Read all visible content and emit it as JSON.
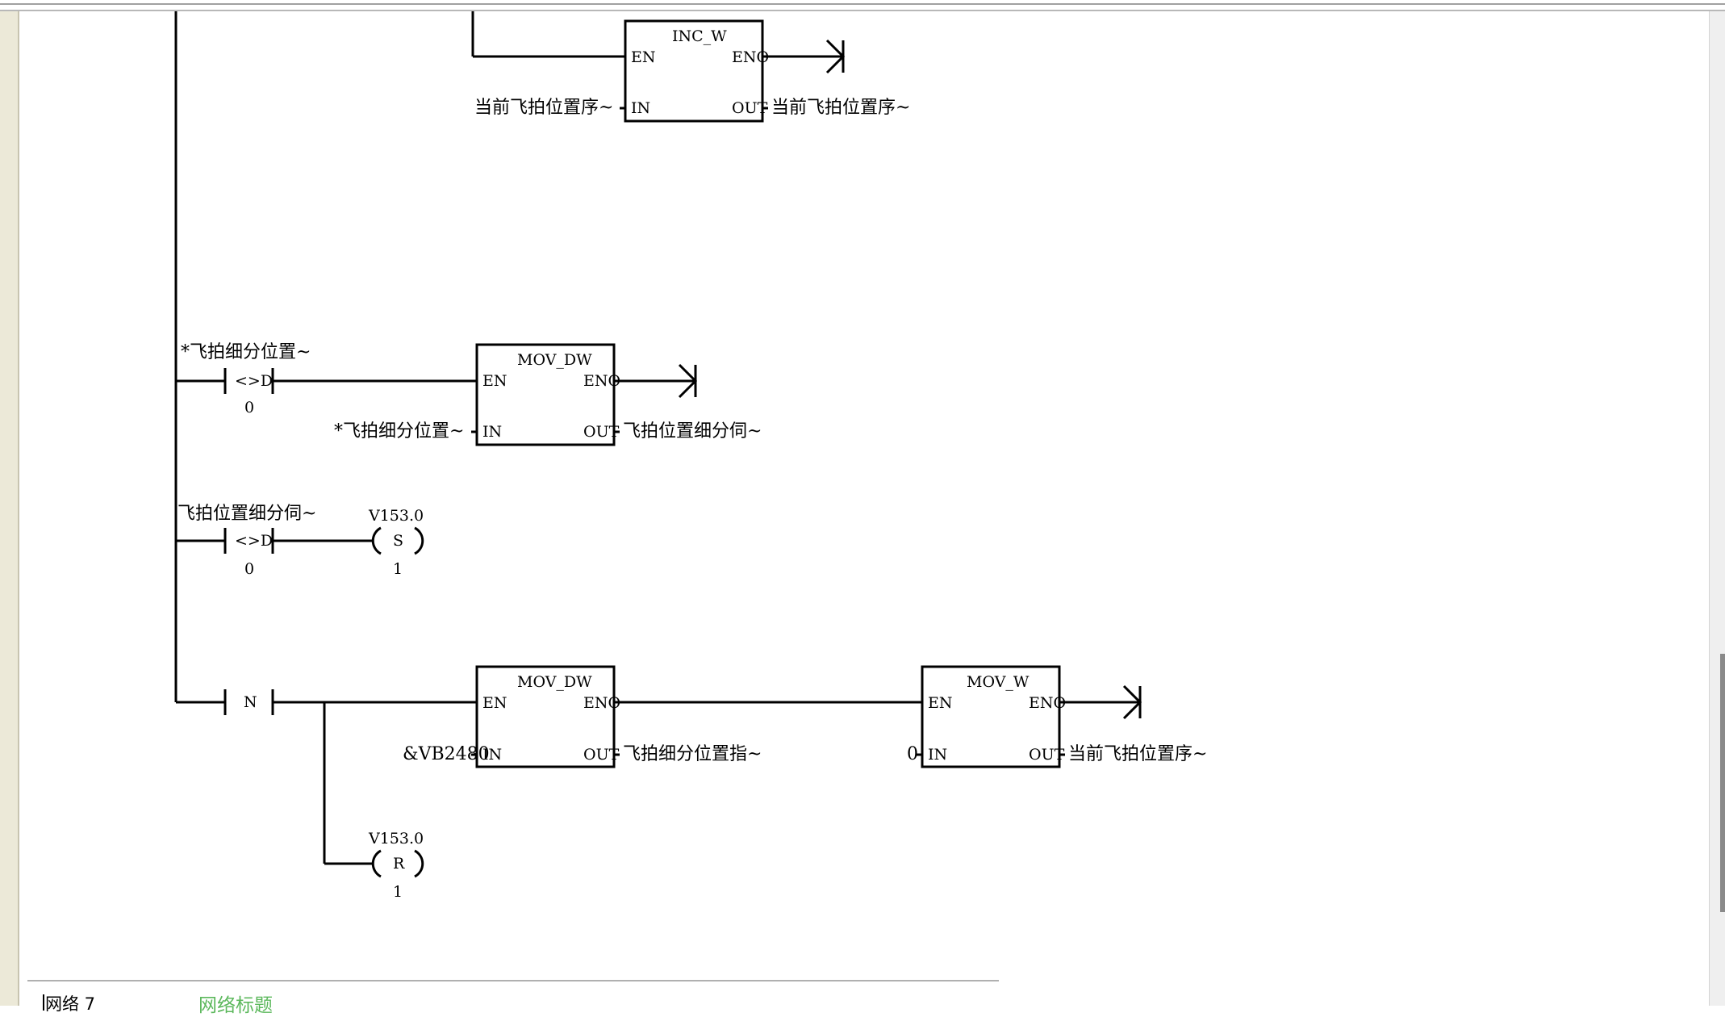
{
  "network_footer": {
    "label": "网络 7",
    "title": "网络标题"
  },
  "inc_w": {
    "name": "INC_W",
    "en": "EN",
    "eno": "ENO",
    "in": "IN",
    "out": "OUT",
    "in_operand": "当前飞拍位置序~",
    "out_operand": "当前飞拍位置序~"
  },
  "rung2": {
    "contact_top": "*飞拍细分位置~",
    "contact_op": "<>D",
    "contact_bottom": "0",
    "mov_dw": {
      "name": "MOV_DW",
      "en": "EN",
      "eno": "ENO",
      "in": "IN",
      "out": "OUT",
      "in_operand": "*飞拍细分位置~",
      "out_operand": "飞拍位置细分伺~"
    }
  },
  "rung3": {
    "contact_top": "飞拍位置细分伺~",
    "contact_op": "<>D",
    "contact_bottom": "0",
    "coil_top": "V153.0",
    "coil_op": "S",
    "coil_bottom": "1"
  },
  "rung4": {
    "contact_op": "N",
    "mov_dw": {
      "name": "MOV_DW",
      "en": "EN",
      "eno": "ENO",
      "in": "IN",
      "out": "OUT",
      "in_operand": "&VB2480",
      "out_operand": "飞拍细分位置指~"
    },
    "mov_w": {
      "name": "MOV_W",
      "en": "EN",
      "eno": "ENO",
      "in": "IN",
      "out": "OUT",
      "in_operand": "0",
      "out_operand": "当前飞拍位置序~"
    },
    "coil_top": "V153.0",
    "coil_op": "R",
    "coil_bottom": "1"
  }
}
